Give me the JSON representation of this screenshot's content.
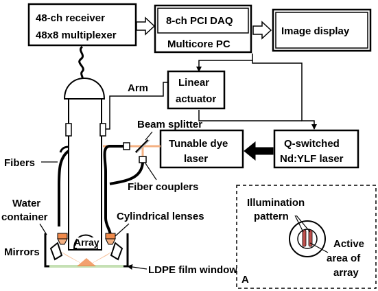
{
  "blocks": {
    "receiver_line1": "48-ch receiver",
    "receiver_line2": "48x8 multiplexer",
    "daq_line1": "8-ch PCI DAQ",
    "daq_line2": "Multicore PC",
    "image_display": "Image display",
    "linear_actuator_line1": "Linear",
    "linear_actuator_line2": "actuator",
    "tunable_dye_line1": "Tunable dye",
    "tunable_dye_line2": "laser",
    "qswitch_line1": "Q-switched",
    "qswitch_line2": "Nd:YLF laser"
  },
  "labels": {
    "arm": "Arm",
    "beam_splitter": "Beam splitter",
    "fibers": "Fibers",
    "fiber_couplers": "Fiber couplers",
    "water_container_line1": "Water",
    "water_container_line2": "container",
    "cylindrical_lenses": "Cylindrical lenses",
    "array": "Array",
    "mirrors": "Mirrors",
    "ldpe_film_window": "LDPE film window"
  },
  "inset": {
    "panel_label": "A",
    "illumination_line1": "Illumination",
    "illumination_line2": "pattern",
    "active_line1": "Active",
    "active_line2": "area of",
    "active_line3": "array"
  },
  "colors": {
    "laser_beam": "#f4b183",
    "illumination": "#f08a4b",
    "strip": "#c0504d",
    "film": "#c5e0b4"
  }
}
